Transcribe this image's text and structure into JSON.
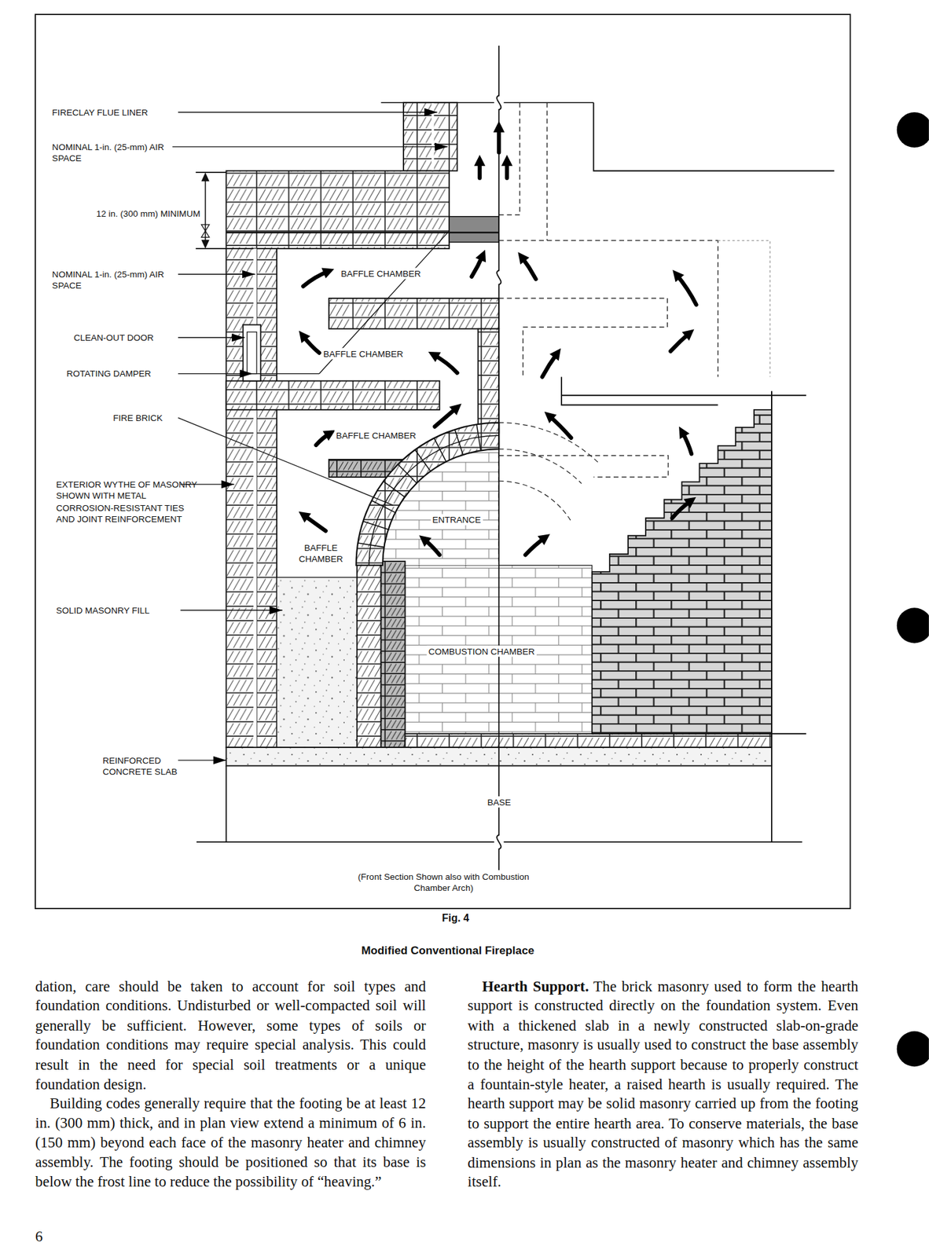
{
  "diagram": {
    "title": "Modified Conventional Fireplace",
    "caption": "(Front Section Shown also with Combustion Chamber Arch)",
    "labels": [
      "FIRECLAY FLUE LINER",
      "NOMINAL 1-in. (25-mm) AIR SPACE",
      "12 in. (300 mm) MINIMUM",
      "NOMINAL 1-in. (25-mm) AIR SPACE",
      "CLEAN-OUT DOOR",
      "ROTATING DAMPER",
      "FIRE BRICK",
      "EXTERIOR WYTHE OF MASONRY SHOWN WITH METAL CORROSION-RESISTANT TIES AND JOINT REINFORCEMENT",
      "SOLID MASONRY FILL",
      "REINFORCED CONCRETE SLAB",
      "BAFFLE CHAMBER",
      "BAFFLE CHAMBER",
      "BAFFLE CHAMBER",
      "ENTRANCE",
      "BAFFLE CHAMBER",
      "COMBUSTION CHAMBER",
      "BASE",
      "Fig. 4",
      "dation, care should be taken to account for soil types and foundation conditions. Undisturbed or well-compacted soil will generally be sufficient. However, some types of soils or foundation conditions may require special analysis. This could result in the need for special soil treatments or a unique foundation design.",
      "Building codes generally require that the footing be at least 12 in. (300 mm) thick, and in plan view extend a minimum of 6 in. (150 mm) beyond each face of the masonry heater and chimney assembly. The footing should be positioned so that its base is below the frost line to reduce the possibility of “heaving.”",
      "Hearth Support.",
      "The brick masonry used to form the hearth support is constructed directly on the foundation system. Even with a thickened slab in a newly constructed slab-on-grade structure, masonry is usually used to construct the base assembly to the height of the hearth support because to properly construct a fountain-style heater, a raised hearth is usually required. The hearth support may be solid masonry carried up from the footing to support the entire hearth area. To conserve materials, the base assembly is usually constructed of masonry which has the same dimensions in plan as the masonry heater and chimney assembly itself.",
      "6"
    ]
  }
}
